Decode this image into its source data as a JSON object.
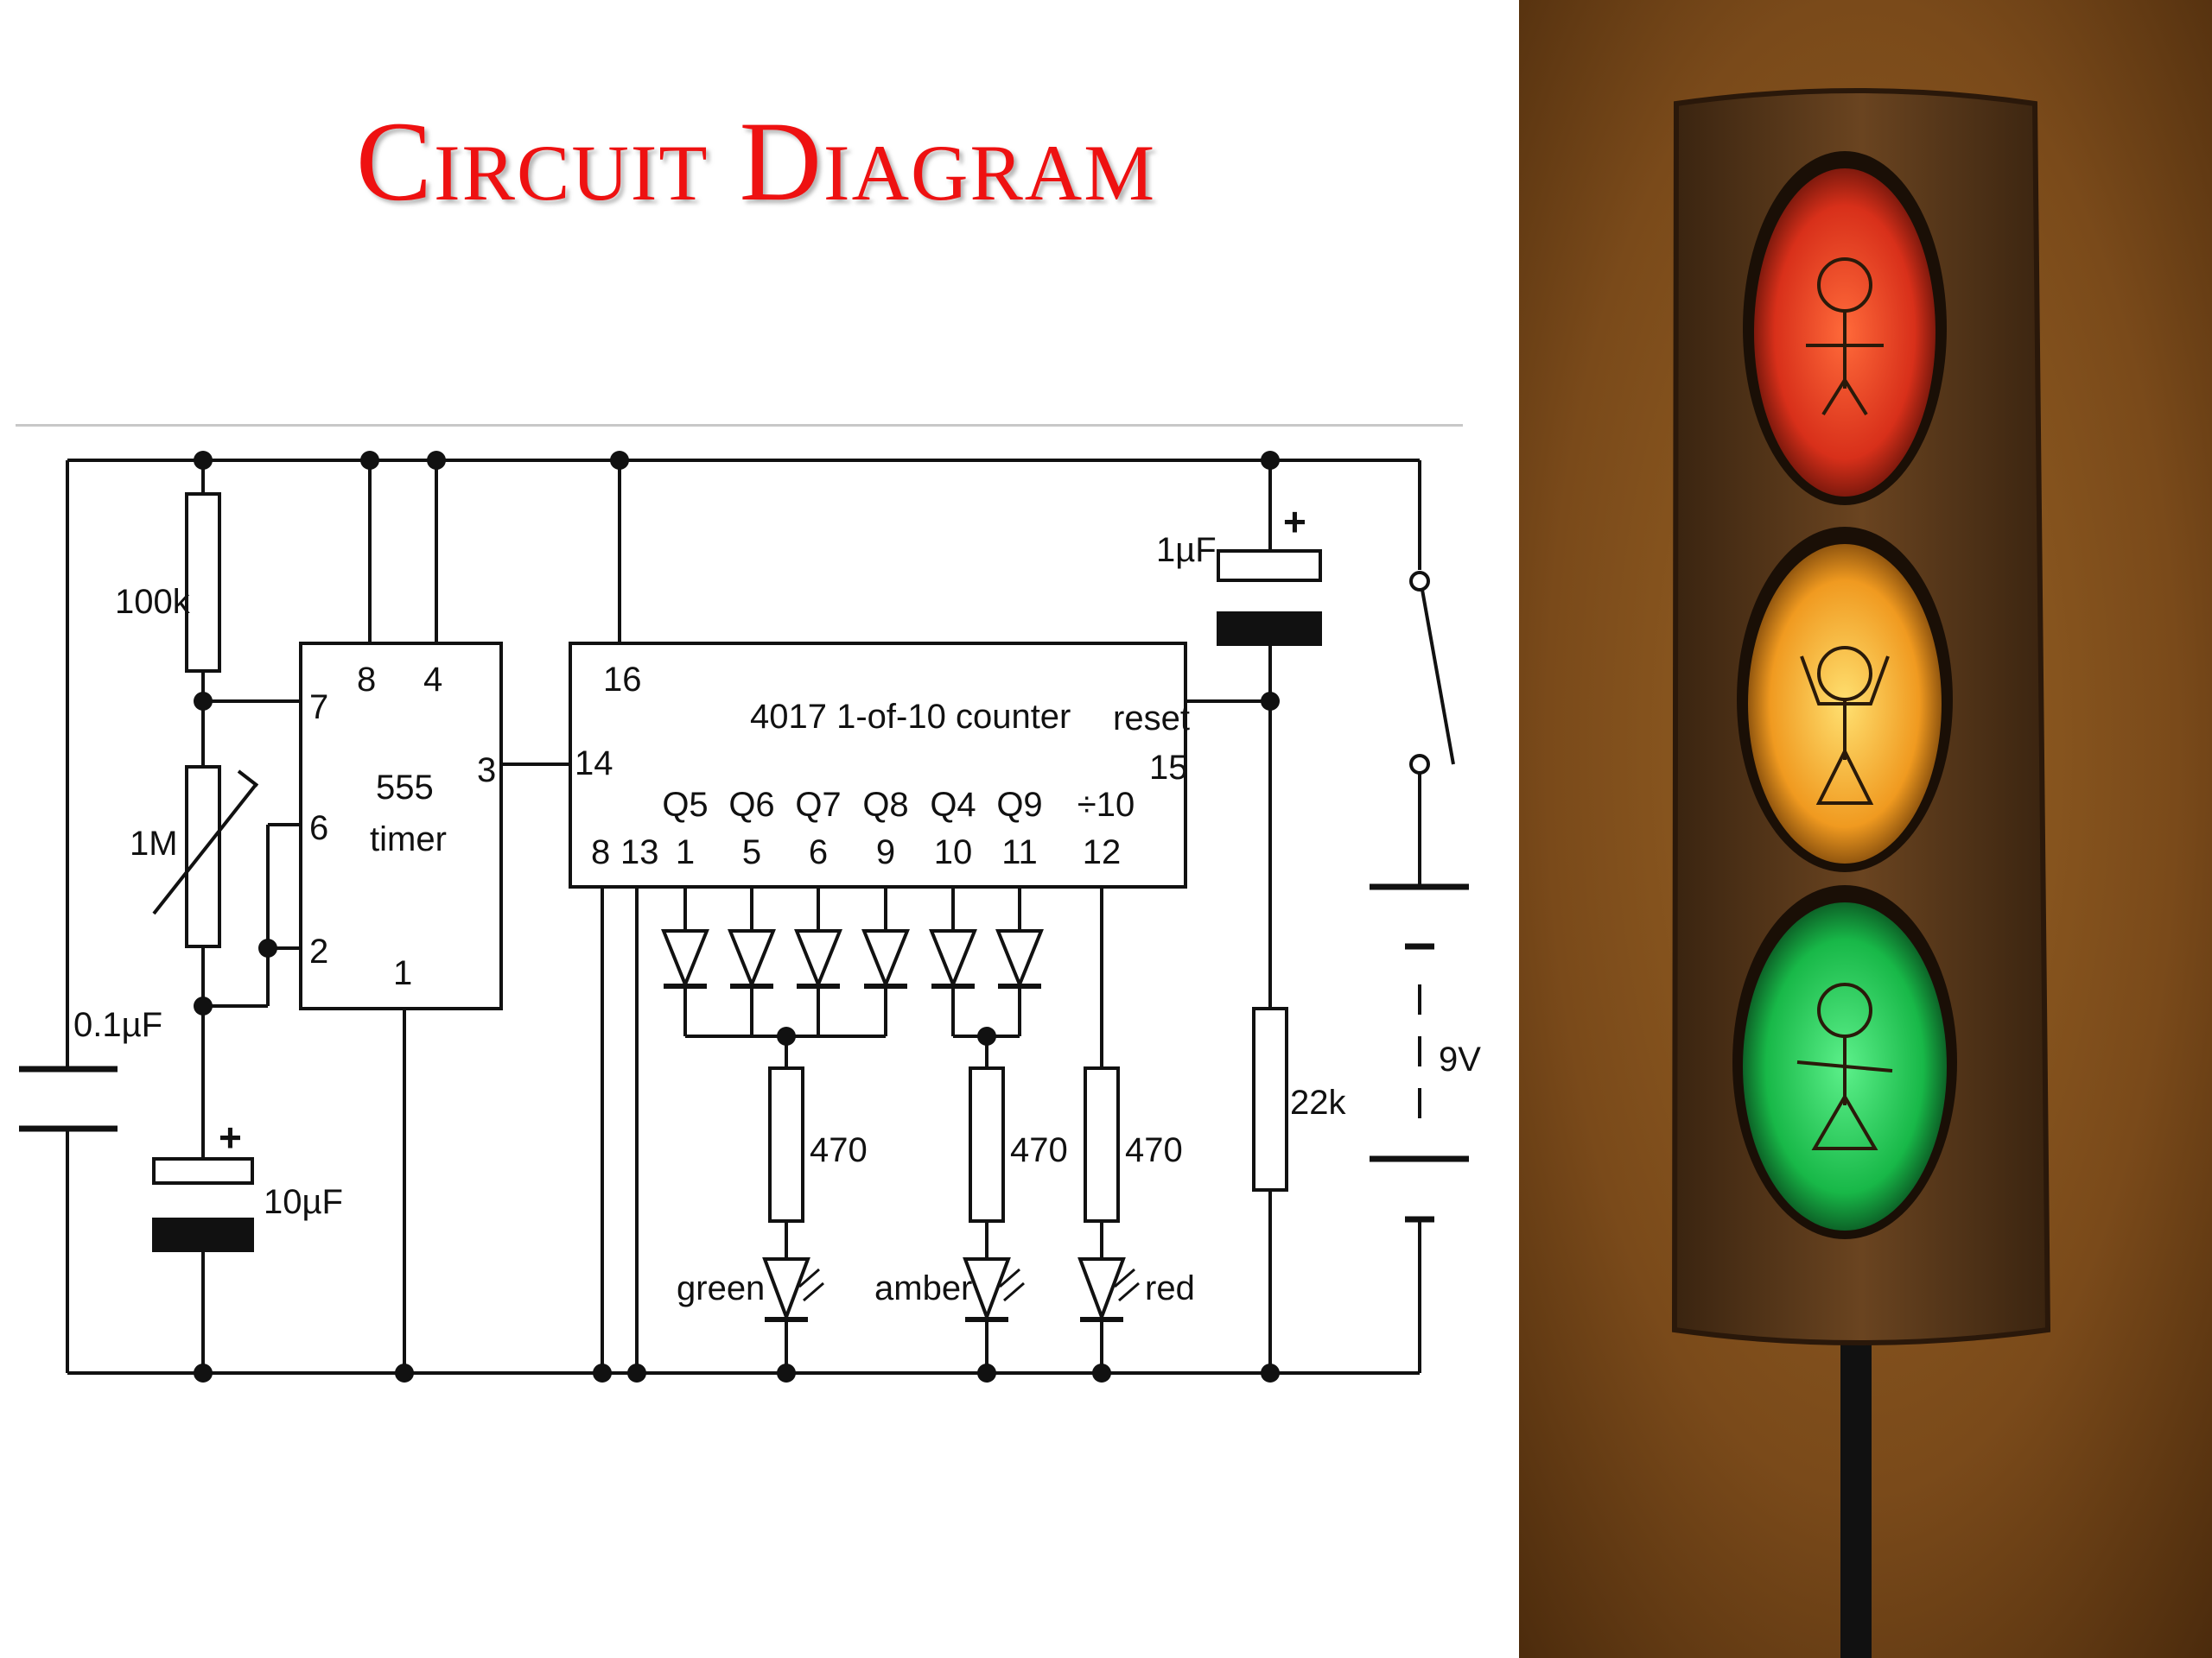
{
  "title": "Circuit Diagram",
  "colors": {
    "title": "#ee1111",
    "wire": "#111111",
    "photo_bg": "#7a4a1a",
    "red_light": "#e8301a",
    "amber_light": "#f0a020",
    "green_light": "#19c24a"
  },
  "diagram": {
    "timer": {
      "name": "555",
      "sub": "timer",
      "pins": [
        "8",
        "4",
        "7",
        "6",
        "2",
        "3",
        "1"
      ]
    },
    "counter": {
      "name": "4017 1-of-10 counter",
      "pin_vcc": "16",
      "pin_clk": "14",
      "pin_reset_label": "reset",
      "pin_reset": "15",
      "pin_gnd_a": "8",
      "pin_gnd_b": "13",
      "outputs": [
        {
          "name": "Q5",
          "pin": "1"
        },
        {
          "name": "Q6",
          "pin": "5"
        },
        {
          "name": "Q7",
          "pin": "6"
        },
        {
          "name": "Q8",
          "pin": "9"
        },
        {
          "name": "Q4",
          "pin": "10"
        },
        {
          "name": "Q9",
          "pin": "11"
        },
        {
          "name": "÷10",
          "pin": "12"
        }
      ]
    },
    "components": {
      "r_100k": "100k",
      "pot_1m": "1M",
      "cap_01": "0.1µF",
      "cap_10": "10µF",
      "cap_1": "1µF",
      "r_22k": "22k",
      "r_470_a": "470",
      "r_470_b": "470",
      "r_470_c": "470",
      "battery": "9V",
      "led_green": "green",
      "led_amber": "amber",
      "led_red": "red",
      "plus_a": "+",
      "plus_b": "+"
    }
  },
  "photo": {
    "subject-icon": "traffic-light-icon"
  }
}
